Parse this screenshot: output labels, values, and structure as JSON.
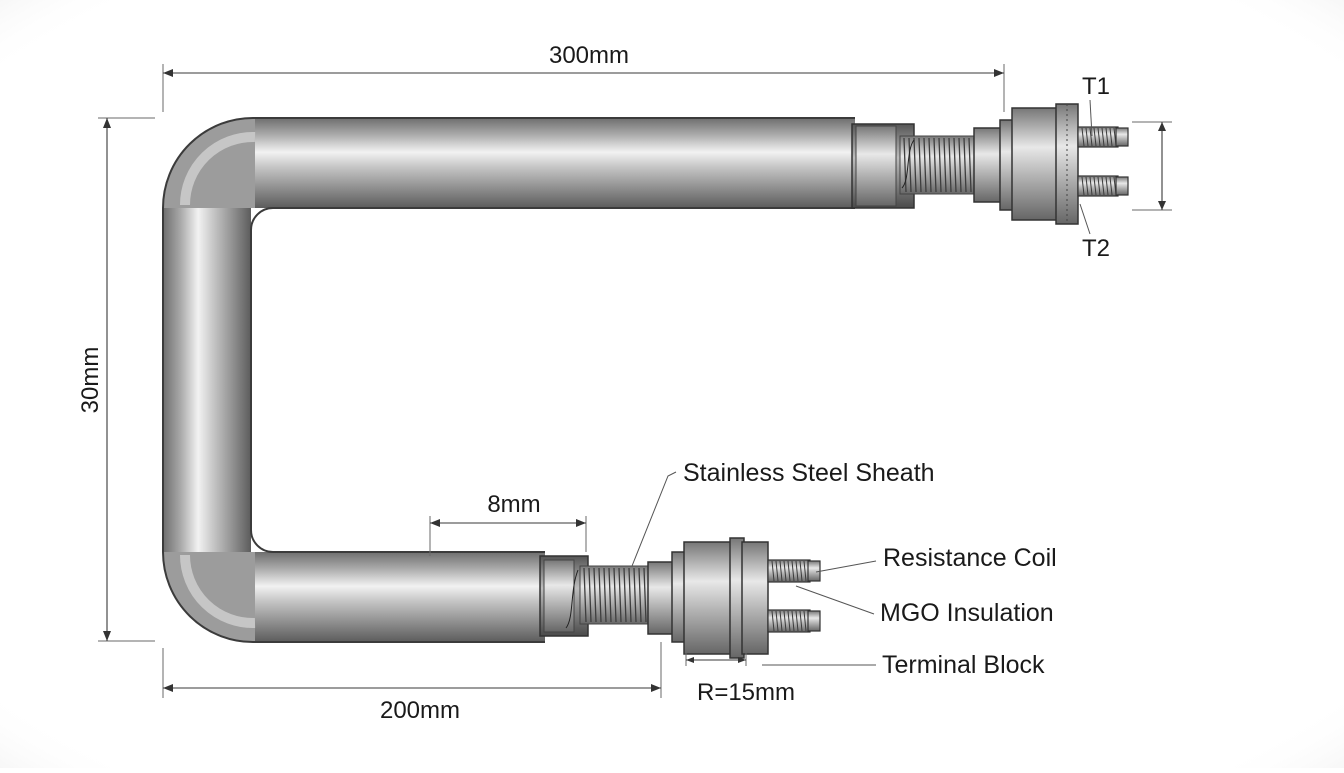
{
  "dimensions": {
    "top_length": "300mm",
    "height": "30mm",
    "bottom_length": "200mm",
    "tube_length": "8mm",
    "bend_radius": "R=15mm"
  },
  "terminals": {
    "t1": "T1",
    "t2": "T2"
  },
  "callouts": {
    "sheath": "Stainless Steel Sheath",
    "coil": "Resistance Coil",
    "insulation": "MGO Insulation",
    "terminal_block": "Terminal Block"
  }
}
